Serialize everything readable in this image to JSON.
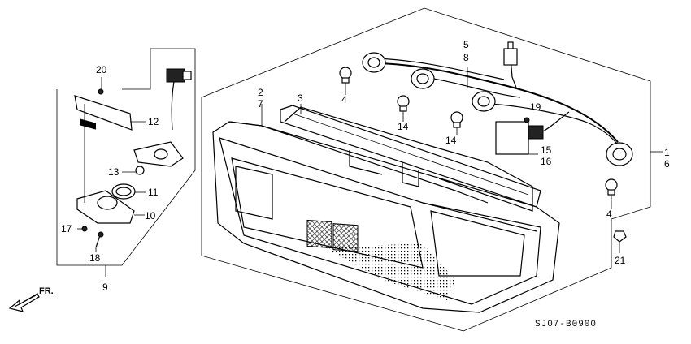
{
  "callouts": {
    "c1": "1",
    "c2": "2",
    "c3": "3",
    "c4a": "4",
    "c4b": "4",
    "c5": "5",
    "c6": "6",
    "c7": "7",
    "c8": "8",
    "c9": "9",
    "c10": "10",
    "c11": "11",
    "c12": "12",
    "c13": "13",
    "c14a": "14",
    "c14b": "14",
    "c15": "15",
    "c16": "16",
    "c17": "17",
    "c18": "18",
    "c19": "19",
    "c20": "20",
    "c21": "21"
  },
  "direction_label": "FR.",
  "diagram_code": "SJ07-B0900"
}
